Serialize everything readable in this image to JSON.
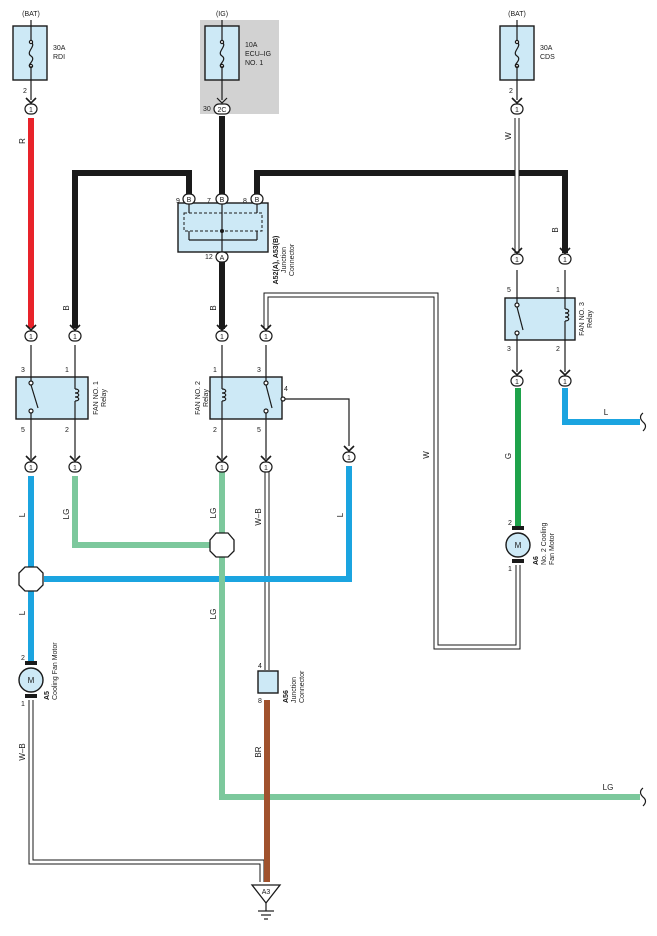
{
  "colors": {
    "red": "#e8232a",
    "black": "#1a1a1a",
    "blue": "#1ba4e0",
    "light_green": "#7cc89c",
    "green": "#1ea24a",
    "brown": "#a0522d",
    "white_wire": "#ffffff",
    "component_fill": "#cde9f6",
    "ig_box": "#d2d2d2"
  },
  "sources": {
    "bat_left": "(BAT)",
    "ig": "(IG)",
    "bat_right": "(BAT)"
  },
  "fuses": {
    "rdi": {
      "amp": "30A",
      "name": "RDI",
      "pin": "2",
      "conn": "1"
    },
    "ecu_ig": {
      "amp": "10A",
      "name1": "ECU–IG",
      "name2": "NO. 1",
      "pin": "30",
      "conn": "2C"
    },
    "cds": {
      "amp": "30A",
      "name": "CDS",
      "pin": "2",
      "conn": "1"
    }
  },
  "junction": {
    "title": "A52(A), A53(B)",
    "sub1": "Junction",
    "sub2": "Connector",
    "pins_top": [
      "9",
      "7",
      "8"
    ],
    "conn_top": [
      "B",
      "B",
      "B"
    ],
    "pin_bottom": "12",
    "conn_bottom": "A"
  },
  "relays": {
    "fan1": {
      "name": "FAN NO. 1",
      "sub": "Relay",
      "pins": [
        "3",
        "1",
        "5",
        "2"
      ]
    },
    "fan2": {
      "name": "FAN NO. 2",
      "sub": "Relay",
      "pins": [
        "1",
        "3",
        "2",
        "5",
        "4"
      ]
    },
    "fan3": {
      "name": "FAN NO. 3",
      "sub": "Relay",
      "pins": [
        "5",
        "1",
        "3",
        "2"
      ]
    }
  },
  "wires": {
    "r": "R",
    "b": "B",
    "w": "W",
    "l": "L",
    "lg": "LG",
    "wb": "W–B",
    "g": "G",
    "br": "BR"
  },
  "connectors": {
    "one": "1"
  },
  "motors": {
    "a5": {
      "id": "A5",
      "name": "Cooling Fan Motor",
      "symbol": "M",
      "pin_top": "2",
      "pin_bottom": "1"
    },
    "a6": {
      "id": "A6",
      "name1": "No. 2 Cooling",
      "name2": "Fan Motor",
      "symbol": "M",
      "pin_top": "2",
      "pin_bottom": "1"
    }
  },
  "a56": {
    "id": "A56",
    "sub1": "Junction",
    "sub2": "Connector",
    "pin_top": "4",
    "pin_bottom": "8"
  },
  "ground": {
    "id": "A3"
  }
}
